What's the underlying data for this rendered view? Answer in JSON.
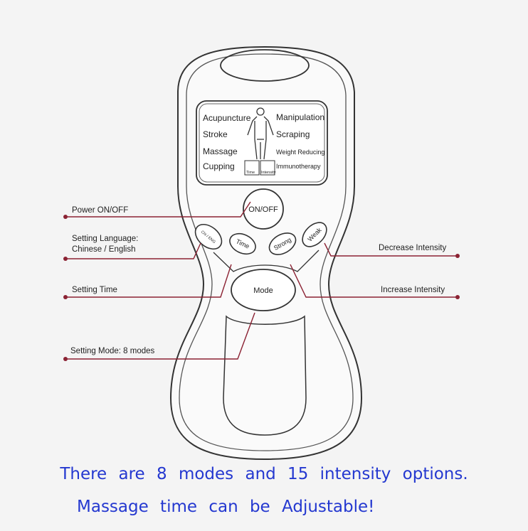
{
  "screen": {
    "left_modes": [
      "Acupuncture",
      "Stroke",
      "Massage",
      "Cupping"
    ],
    "right_modes": [
      "Manipulation",
      "Scraping",
      "Weight Reducing",
      "Immunotherapy"
    ],
    "time_label": "Time",
    "intensity_label": "Intensity"
  },
  "buttons": {
    "power": "ON/OFF",
    "language": "Chi / ENG",
    "time": "Time",
    "strong": "Strong",
    "weak": "Weak",
    "mode": "Mode"
  },
  "callouts": {
    "power": "Power ON/OFF",
    "language_1": "Setting Language:",
    "language_2": "Chinese / English",
    "time": "Setting Time",
    "mode": "Setting Mode: 8 modes",
    "decrease": "Decrease Intensity",
    "increase": "Increase Intensity"
  },
  "caption": {
    "line1": "There are 8 modes and 15 intensity options.",
    "line2": "Massage time can be Adjustable!"
  },
  "colors": {
    "callout_line": "#8b2233",
    "caption": "#2438d0",
    "outline": "#333333"
  }
}
